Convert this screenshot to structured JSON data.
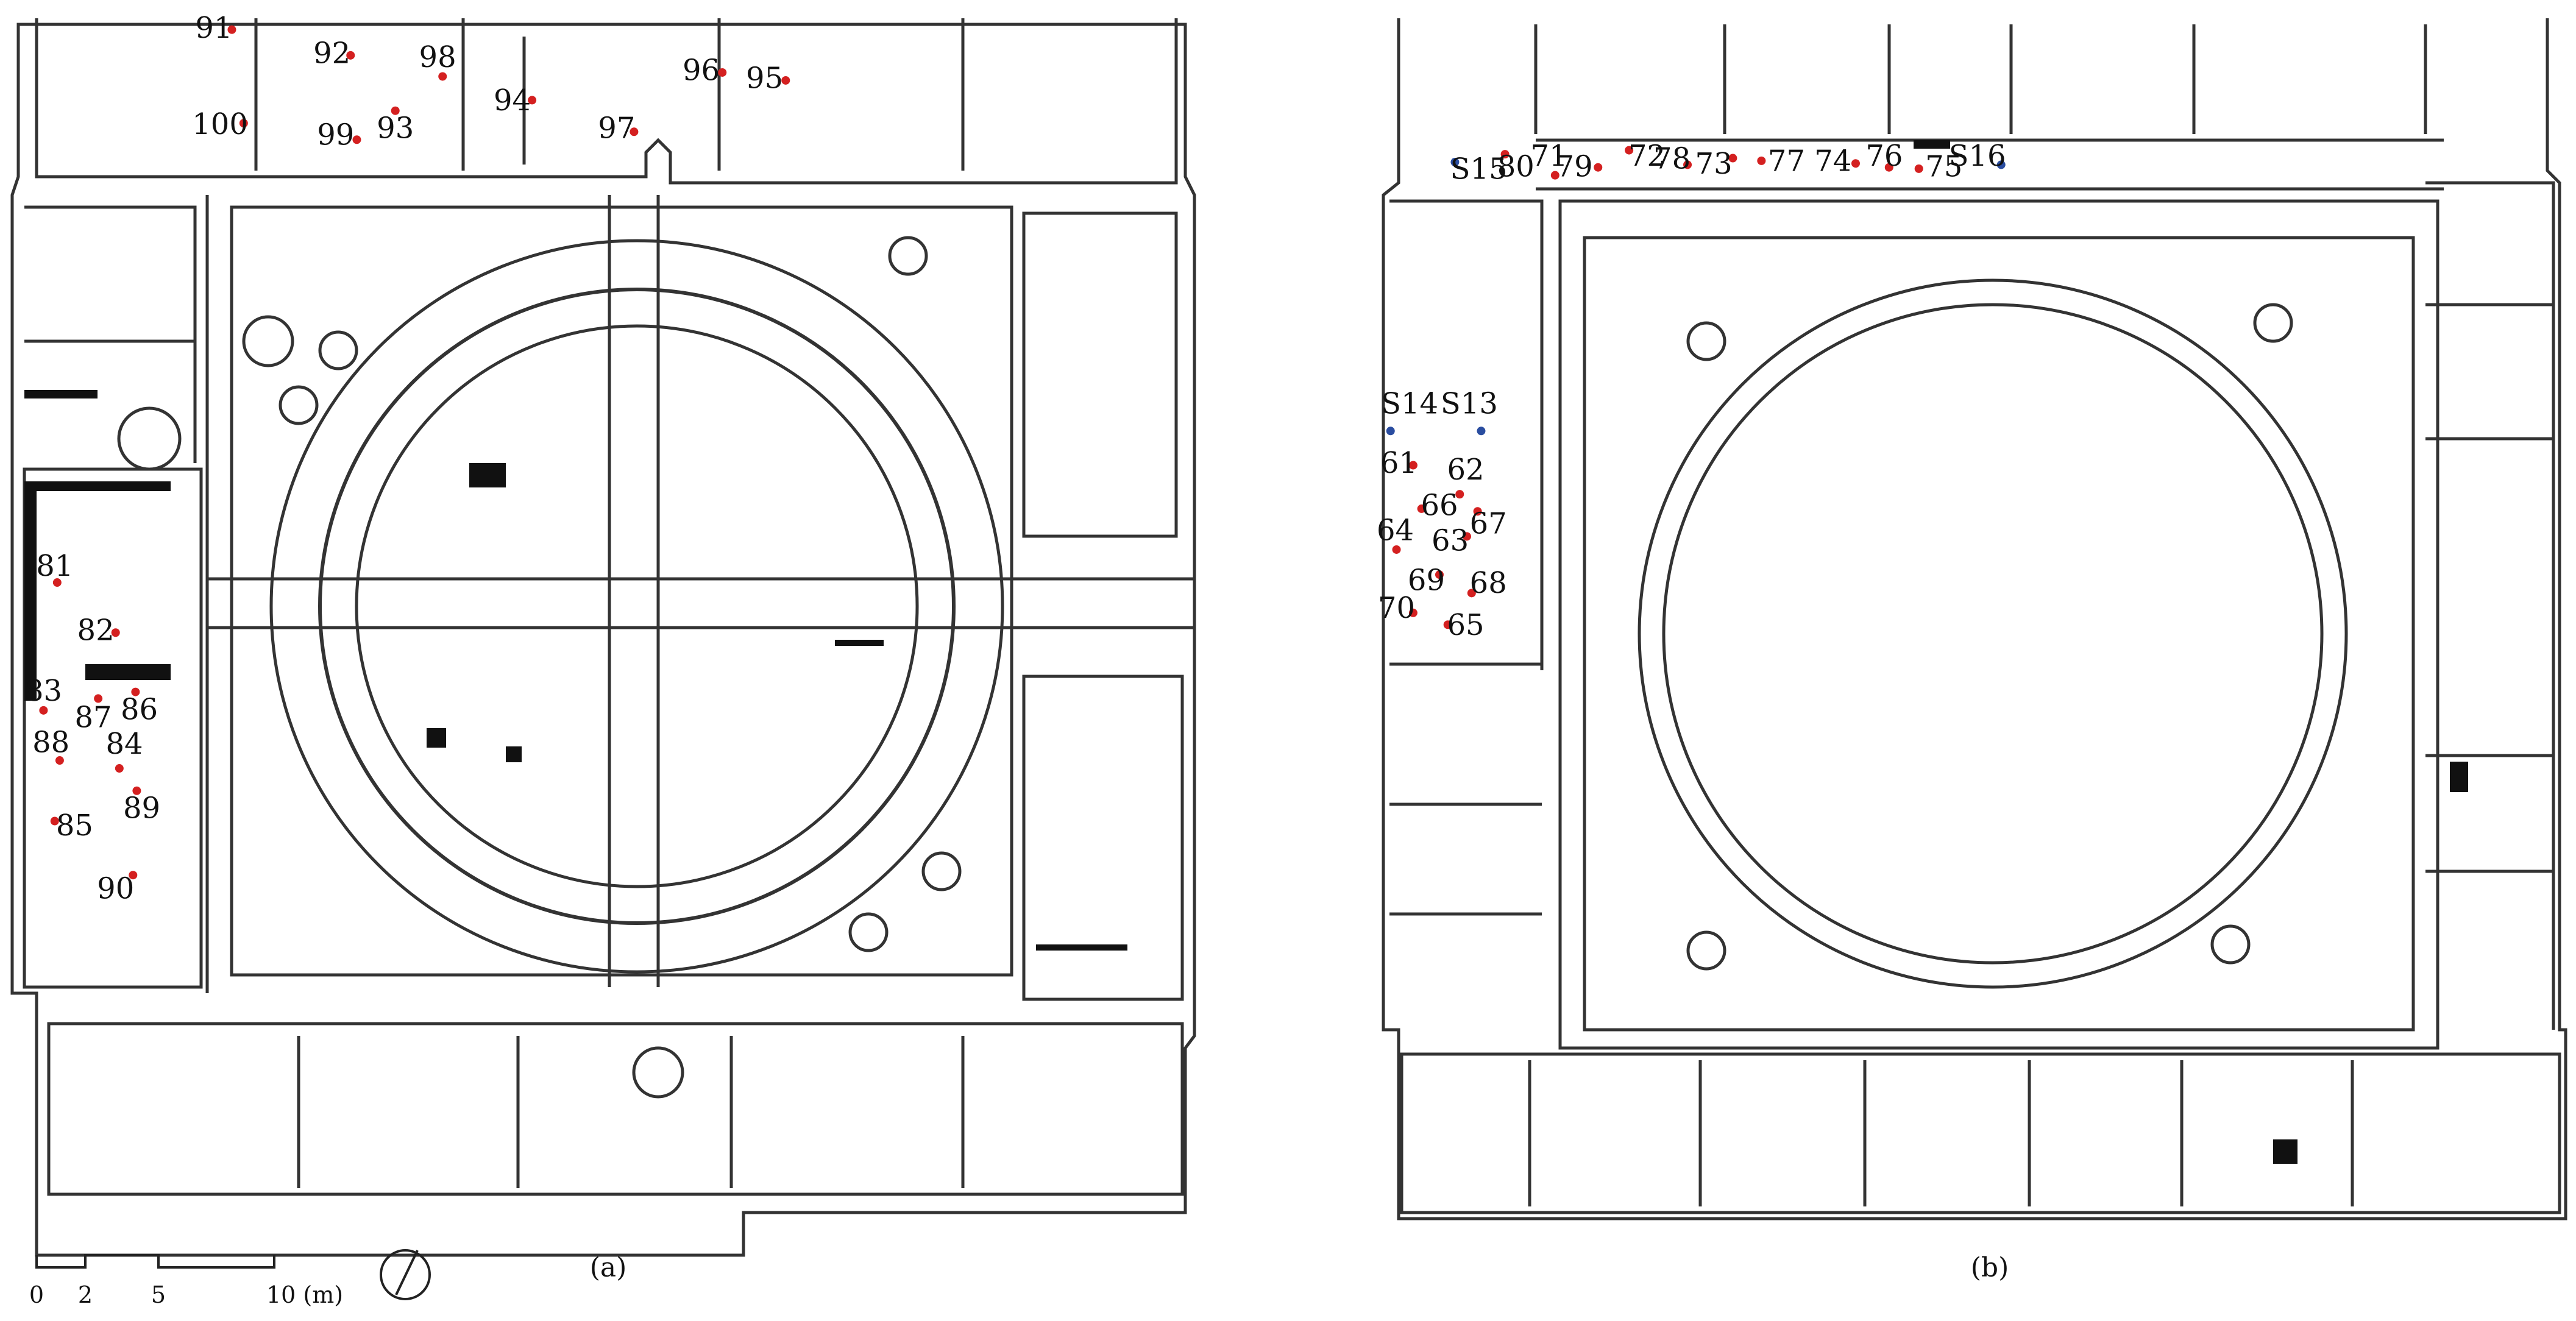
{
  "colors": {
    "wall": "#333333",
    "clutter": "#111111",
    "target_point": "#d42020",
    "station_point": "#2a4da0",
    "background": "#ffffff"
  },
  "panels": {
    "a": {
      "caption": "(a)",
      "points": [
        {
          "id": "91",
          "color": "red",
          "nx": 0.1865,
          "ny": 0.0225,
          "lx": 0.172,
          "ly": 0.023
        },
        {
          "id": "100",
          "color": "red",
          "nx": 0.196,
          "ny": 0.0935,
          "lx": 0.177,
          "ly": 0.096
        },
        {
          "id": "92",
          "color": "red",
          "nx": 0.282,
          "ny": 0.042,
          "lx": 0.267,
          "ly": 0.042
        },
        {
          "id": "99",
          "color": "red",
          "nx": 0.287,
          "ny": 0.106,
          "lx": 0.27,
          "ly": 0.104
        },
        {
          "id": "93",
          "color": "red",
          "nx": 0.318,
          "ny": 0.084,
          "lx": 0.318,
          "ly": 0.099
        },
        {
          "id": "98",
          "color": "red",
          "nx": 0.356,
          "ny": 0.058,
          "lx": 0.352,
          "ly": 0.045
        },
        {
          "id": "94",
          "color": "red",
          "nx": 0.428,
          "ny": 0.076,
          "lx": 0.412,
          "ly": 0.078
        },
        {
          "id": "97",
          "color": "red",
          "nx": 0.51,
          "ny": 0.1,
          "lx": 0.496,
          "ly": 0.099
        },
        {
          "id": "96",
          "color": "red",
          "nx": 0.581,
          "ny": 0.055,
          "lx": 0.564,
          "ly": 0.055
        },
        {
          "id": "95",
          "color": "red",
          "nx": 0.632,
          "ny": 0.061,
          "lx": 0.615,
          "ly": 0.061
        },
        {
          "id": "81",
          "color": "red",
          "nx": 0.046,
          "ny": 0.442,
          "lx": 0.044,
          "ly": 0.431
        },
        {
          "id": "82",
          "color": "red",
          "nx": 0.093,
          "ny": 0.48,
          "lx": 0.077,
          "ly": 0.48
        },
        {
          "id": "83",
          "color": "red",
          "nx": 0.035,
          "ny": 0.539,
          "lx": 0.035,
          "ly": 0.526
        },
        {
          "id": "87",
          "color": "red",
          "nx": 0.079,
          "ny": 0.53,
          "lx": 0.075,
          "ly": 0.546
        },
        {
          "id": "86",
          "color": "red",
          "nx": 0.109,
          "ny": 0.525,
          "lx": 0.112,
          "ly": 0.54
        },
        {
          "id": "88",
          "color": "red",
          "nx": 0.048,
          "ny": 0.577,
          "lx": 0.041,
          "ly": 0.565
        },
        {
          "id": "84",
          "color": "red",
          "nx": 0.096,
          "ny": 0.583,
          "lx": 0.1,
          "ly": 0.566
        },
        {
          "id": "89",
          "color": "red",
          "nx": 0.11,
          "ny": 0.6,
          "lx": 0.114,
          "ly": 0.615
        },
        {
          "id": "85",
          "color": "red",
          "nx": 0.044,
          "ny": 0.623,
          "lx": 0.06,
          "ly": 0.628
        },
        {
          "id": "90",
          "color": "red",
          "nx": 0.107,
          "ny": 0.664,
          "lx": 0.093,
          "ly": 0.676
        }
      ],
      "scale_bar": {
        "tick_labels": [
          "0",
          "2",
          "5",
          "10 (m)"
        ]
      },
      "north_arrow": "north-arrow-icon"
    },
    "b": {
      "caption": "(b)",
      "points": [
        {
          "id": "S15",
          "color": "blue",
          "nx": 0.06,
          "ny": 0.123,
          "lx": 0.08,
          "ly": 0.13
        },
        {
          "id": "80",
          "color": "red",
          "nx": 0.102,
          "ny": 0.117,
          "lx": 0.111,
          "ly": 0.128
        },
        {
          "id": "71",
          "color": "red",
          "nx": 0.144,
          "ny": 0.133,
          "lx": 0.139,
          "ly": 0.12
        },
        {
          "id": "79",
          "color": "red",
          "nx": 0.18,
          "ny": 0.127,
          "lx": 0.16,
          "ly": 0.128
        },
        {
          "id": "72",
          "color": "red",
          "nx": 0.206,
          "ny": 0.114,
          "lx": 0.221,
          "ly": 0.12
        },
        {
          "id": "78",
          "color": "red",
          "nx": 0.255,
          "ny": 0.125,
          "lx": 0.242,
          "ly": 0.122
        },
        {
          "id": "73",
          "color": "red",
          "nx": 0.293,
          "ny": 0.12,
          "lx": 0.277,
          "ly": 0.126
        },
        {
          "id": "77",
          "color": "red",
          "nx": 0.317,
          "ny": 0.122,
          "lx": 0.338,
          "ly": 0.124
        },
        {
          "id": "74",
          "color": "red",
          "nx": 0.396,
          "ny": 0.124,
          "lx": 0.377,
          "ly": 0.124
        },
        {
          "id": "76",
          "color": "red",
          "nx": 0.424,
          "ny": 0.127,
          "lx": 0.42,
          "ly": 0.12
        },
        {
          "id": "75",
          "color": "red",
          "nx": 0.449,
          "ny": 0.128,
          "lx": 0.47,
          "ly": 0.128
        },
        {
          "id": "S16",
          "color": "blue",
          "nx": 0.518,
          "ny": 0.125,
          "lx": 0.498,
          "ly": 0.12
        },
        {
          "id": "S14",
          "color": "blue",
          "nx": 0.006,
          "ny": 0.327,
          "lx": 0.022,
          "ly": 0.308
        },
        {
          "id": "S13",
          "color": "blue",
          "nx": 0.082,
          "ny": 0.327,
          "lx": 0.072,
          "ly": 0.308
        },
        {
          "id": "61",
          "color": "red",
          "nx": 0.025,
          "ny": 0.353,
          "lx": 0.013,
          "ly": 0.353
        },
        {
          "id": "62",
          "color": "red",
          "nx": 0.064,
          "ny": 0.375,
          "lx": 0.069,
          "ly": 0.358
        },
        {
          "id": "66",
          "color": "red",
          "nx": 0.032,
          "ny": 0.386,
          "lx": 0.047,
          "ly": 0.385
        },
        {
          "id": "64",
          "color": "red",
          "nx": 0.011,
          "ny": 0.417,
          "lx": 0.01,
          "ly": 0.404
        },
        {
          "id": "67",
          "color": "red",
          "nx": 0.079,
          "ny": 0.388,
          "lx": 0.088,
          "ly": 0.399
        },
        {
          "id": "63",
          "color": "red",
          "nx": 0.07,
          "ny": 0.407,
          "lx": 0.056,
          "ly": 0.412
        },
        {
          "id": "69",
          "color": "red",
          "nx": 0.047,
          "ny": 0.436,
          "lx": 0.036,
          "ly": 0.442
        },
        {
          "id": "68",
          "color": "red",
          "nx": 0.074,
          "ny": 0.45,
          "lx": 0.088,
          "ly": 0.444
        },
        {
          "id": "70",
          "color": "red",
          "nx": 0.025,
          "ny": 0.465,
          "lx": 0.011,
          "ly": 0.463
        },
        {
          "id": "65",
          "color": "red",
          "nx": 0.054,
          "ny": 0.474,
          "lx": 0.069,
          "ly": 0.476
        }
      ]
    }
  }
}
